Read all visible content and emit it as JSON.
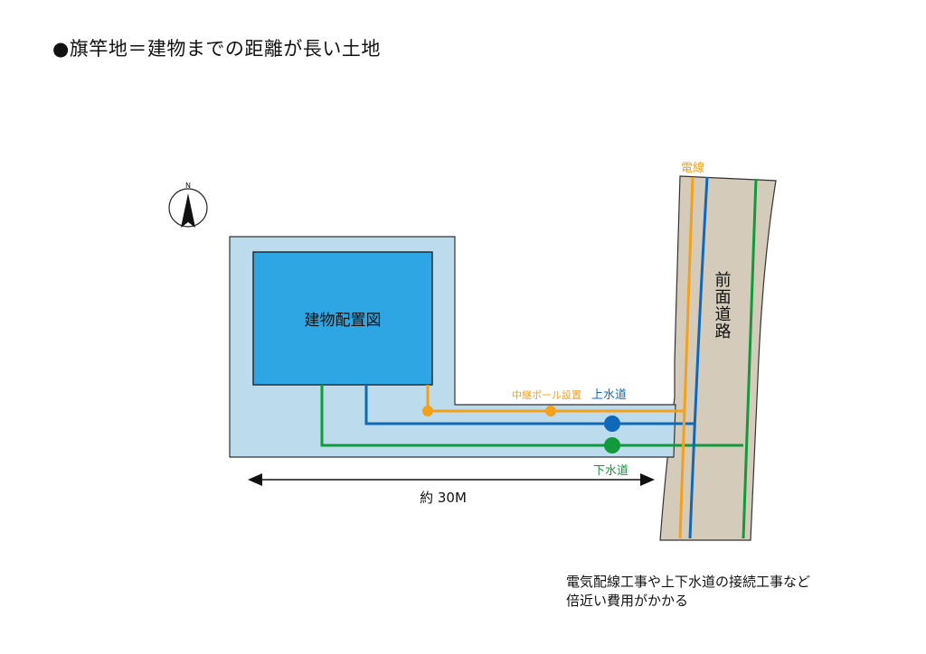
{
  "title": "●旗竿地＝建物までの距離が長い土地",
  "compass_label": "N",
  "building_label": "建物配置図",
  "road_label": "前面道路",
  "labels": {
    "power_line": "電線",
    "relay_pole": "中継ポール設置",
    "water_supply": "上水道",
    "sewer": "下水道",
    "distance": "約 30M"
  },
  "note_lines": [
    "電気配線工事や上下水道の接続工事など",
    "倍近い費用がかかる"
  ],
  "colors": {
    "lot_fill": "#bcdcee",
    "building_fill": "#2ea6e3",
    "road_fill": "#d4cbbb",
    "power_line": "#f5a01a",
    "water_supply": "#1068b8",
    "sewer": "#12993c",
    "outline": "#222222"
  }
}
